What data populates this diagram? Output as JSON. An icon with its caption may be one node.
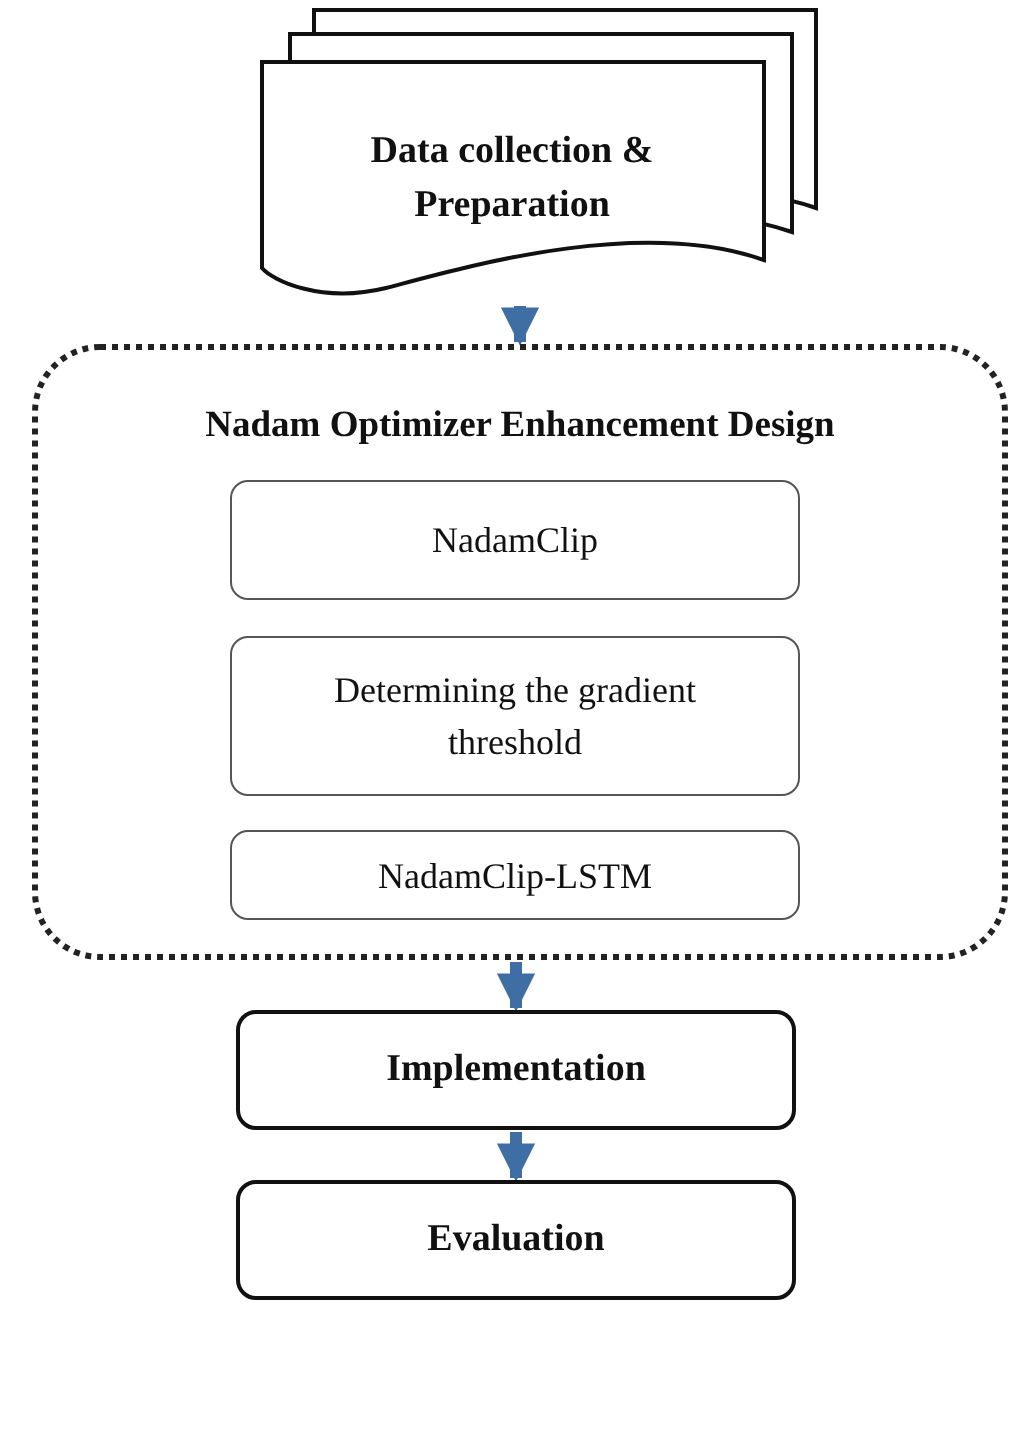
{
  "diagram": {
    "nodes": [
      {
        "text": [
          "Data collection & Preparation"
        ]
      },
      {
        "text": [
          "Nadam Optimizer Enhancement Design"
        ]
      },
      {
        "text": [
          "NadamClip"
        ],
        "in": 1
      },
      {
        "text": [
          "Determining the gradient threshold"
        ],
        "in": 1
      },
      {
        "text": [
          "NadamClip-LSTM"
        ],
        "in": 1
      },
      {
        "text": [
          "Implementation"
        ]
      },
      {
        "text": [
          "Evaluation"
        ]
      }
    ],
    "edges": [
      {
        "from": 0,
        "to": 1,
        "arrow": "to"
      },
      {
        "from": 1,
        "to": 5,
        "arrow": "to"
      },
      {
        "from": 5,
        "to": 6,
        "arrow": "to"
      }
    ]
  }
}
